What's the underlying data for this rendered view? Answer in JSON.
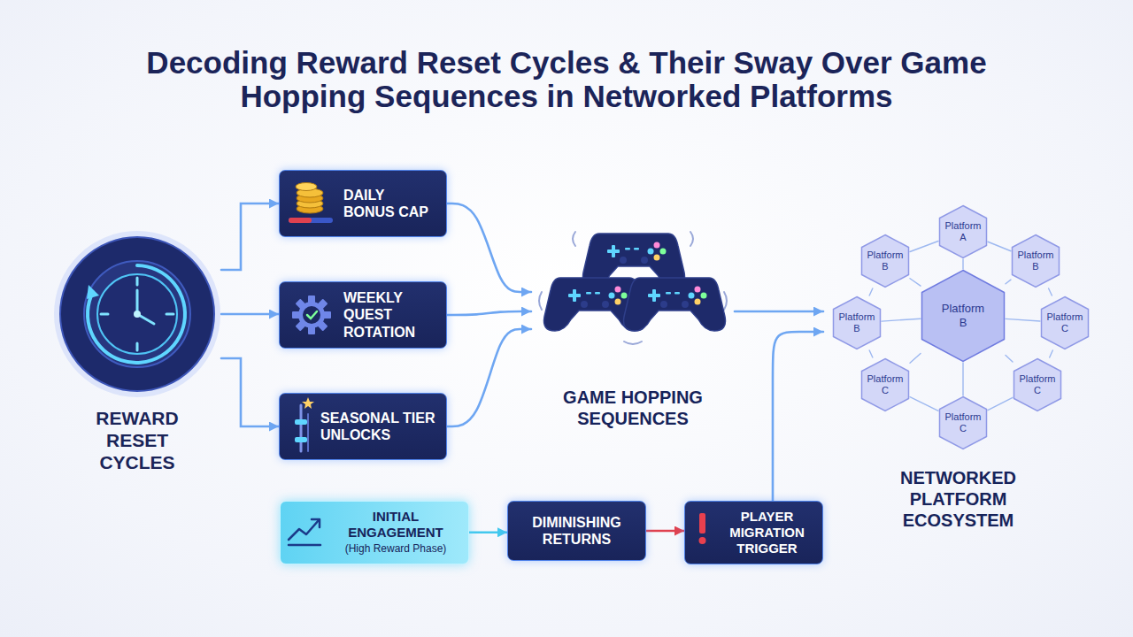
{
  "diagram": {
    "title": "Decoding Reward Reset Cycles & Their Sway Over Game Hopping Sequences in Networked Platforms",
    "nodes": [
      {
        "text": [
          "REWARD RESET CYCLES"
        ]
      },
      {
        "text": [
          "DAILY BONUS CAP"
        ]
      },
      {
        "text": [
          "WEEKLY QUEST ROTATION"
        ]
      },
      {
        "text": [
          "SEASONAL TIER UNLOCKS"
        ]
      },
      {
        "text": [
          "GAME HOPPING SEQUENCES"
        ]
      },
      {
        "text": [
          "INITIAL ENGAGEMENT",
          "(High Reward Phase)"
        ]
      },
      {
        "text": [
          "DIMINISHING RETURNS"
        ]
      },
      {
        "text": [
          "PLAYER MIGRATION TRIGGER"
        ]
      },
      {
        "text": [
          "NETWORKED PLATFORM ECOSYSTEM"
        ]
      },
      {
        "text": [
          "Platform A"
        ],
        "in": 8
      },
      {
        "text": [
          "Platform B"
        ],
        "in": 8
      },
      {
        "text": [
          "Platform B"
        ],
        "in": 8
      },
      {
        "text": [
          "Platform B"
        ],
        "in": 8
      },
      {
        "text": [
          "Platform B"
        ],
        "in": 8
      },
      {
        "text": [
          "Platform C"
        ],
        "in": 8
      },
      {
        "text": [
          "Platform C"
        ],
        "in": 8
      },
      {
        "text": [
          "Platform C"
        ],
        "in": 8
      },
      {
        "text": [
          "Platform C"
        ],
        "in": 8
      }
    ],
    "edges": [
      {
        "from": 0,
        "to": 1,
        "arrow": "to"
      },
      {
        "from": 0,
        "to": 2,
        "arrow": "to"
      },
      {
        "from": 0,
        "to": 3,
        "arrow": "to"
      },
      {
        "from": 1,
        "to": 4,
        "arrow": "to"
      },
      {
        "from": 2,
        "to": 4,
        "arrow": "to"
      },
      {
        "from": 3,
        "to": 4,
        "arrow": "to"
      },
      {
        "from": 4,
        "to": 8,
        "arrow": "to"
      },
      {
        "from": 5,
        "to": 6,
        "arrow": "to"
      },
      {
        "from": 6,
        "to": 7,
        "arrow": "to"
      },
      {
        "from": 7,
        "to": 8,
        "arrow": "to"
      },
      {
        "from": 13,
        "to": 9,
        "arrow": "none"
      },
      {
        "from": 13,
        "to": 10,
        "arrow": "none"
      },
      {
        "from": 13,
        "to": 11,
        "arrow": "none"
      },
      {
        "from": 13,
        "to": 12,
        "arrow": "none"
      },
      {
        "from": 13,
        "to": 14,
        "arrow": "none"
      },
      {
        "from": 13,
        "to": 15,
        "arrow": "none"
      },
      {
        "from": 13,
        "to": 16,
        "arrow": "none"
      },
      {
        "from": 13,
        "to": 17,
        "arrow": "none"
      },
      {
        "from": 9,
        "to": 11,
        "arrow": "none"
      },
      {
        "from": 11,
        "to": 14,
        "arrow": "none"
      },
      {
        "from": 14,
        "to": 16,
        "arrow": "none"
      },
      {
        "from": 16,
        "to": 17,
        "arrow": "none"
      },
      {
        "from": 17,
        "to": 15,
        "arrow": "none"
      },
      {
        "from": 15,
        "to": 12,
        "arrow": "none"
      },
      {
        "from": 12,
        "to": 10,
        "arrow": "none"
      },
      {
        "from": 10,
        "to": 9,
        "arrow": "none"
      }
    ]
  }
}
